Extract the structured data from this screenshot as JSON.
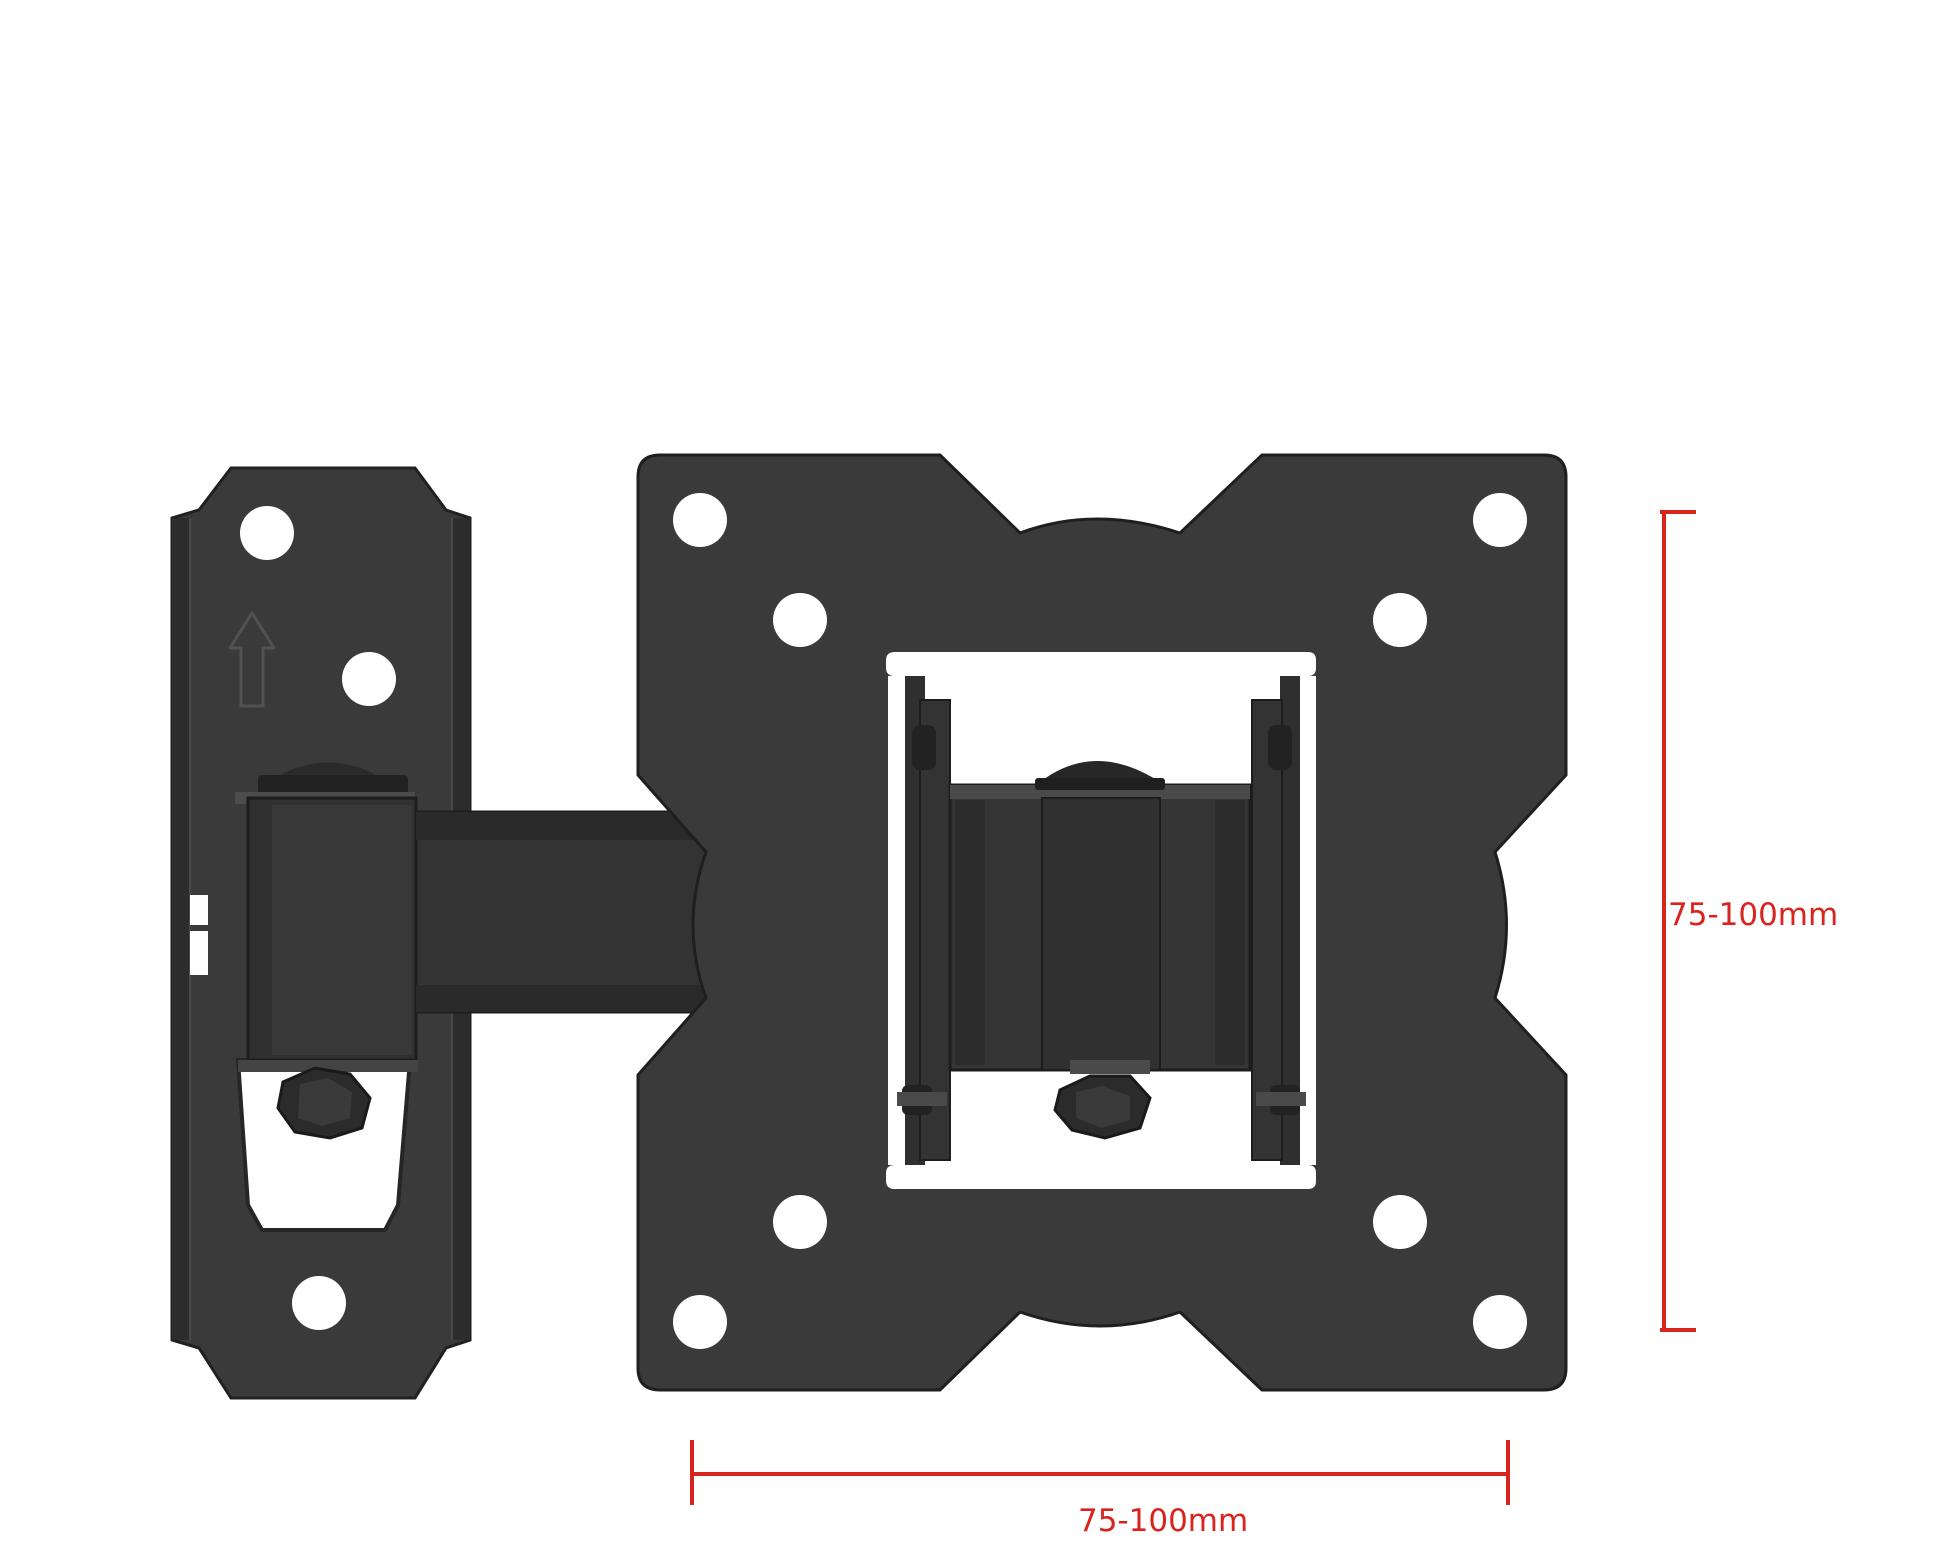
{
  "image": {
    "subject": "tv-wall-mount-bracket",
    "colors": {
      "background": "#ffffff",
      "metal": "#3a3a3a",
      "metal_edge": "#202020",
      "metal_shade": "#2e2e2e",
      "metal_light": "#474747",
      "hole": "#ffffff",
      "dimension": "#d9231d"
    },
    "icons": {
      "arrow": "up-arrow-icon"
    }
  },
  "dimensions": {
    "vertical_label": "75-100mm",
    "horizontal_label": "75-100mm"
  }
}
